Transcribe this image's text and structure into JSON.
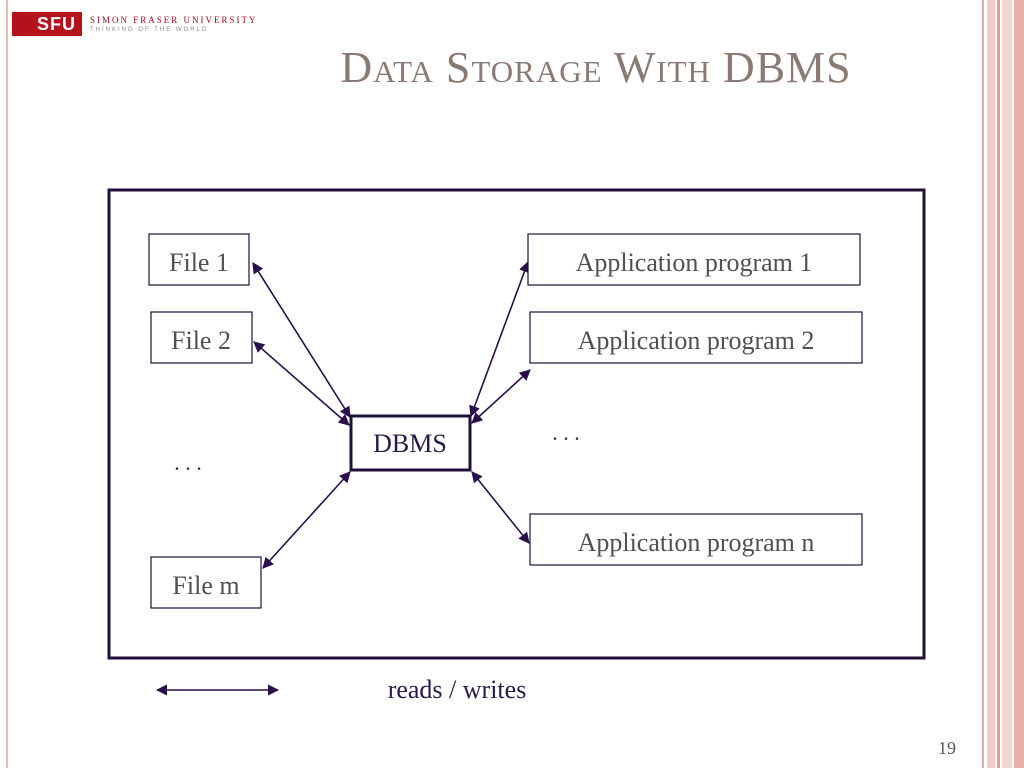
{
  "logo": {
    "mark": "SFU",
    "name": "SIMON FRASER UNIVERSITY",
    "tagline": "THINKING OF THE WORLD"
  },
  "slide": {
    "title": "Data Storage With DBMS",
    "page_number": "19"
  },
  "diagram": {
    "files": [
      {
        "label": "File 1"
      },
      {
        "label": "File 2"
      },
      {
        "label": "File m"
      }
    ],
    "files_ellipsis": ". . .",
    "center": {
      "label": "DBMS"
    },
    "apps": [
      {
        "label": "Application program 1"
      },
      {
        "label": "Application program 2"
      },
      {
        "label": "Application program n"
      }
    ],
    "apps_ellipsis": ". . .",
    "legend_label": "reads / writes"
  },
  "colors": {
    "frame": "#1f0f3a",
    "arrow": "#2a0f4a",
    "text": "#505050",
    "title": "#8a7a73",
    "brand_red": "#b5111b"
  }
}
